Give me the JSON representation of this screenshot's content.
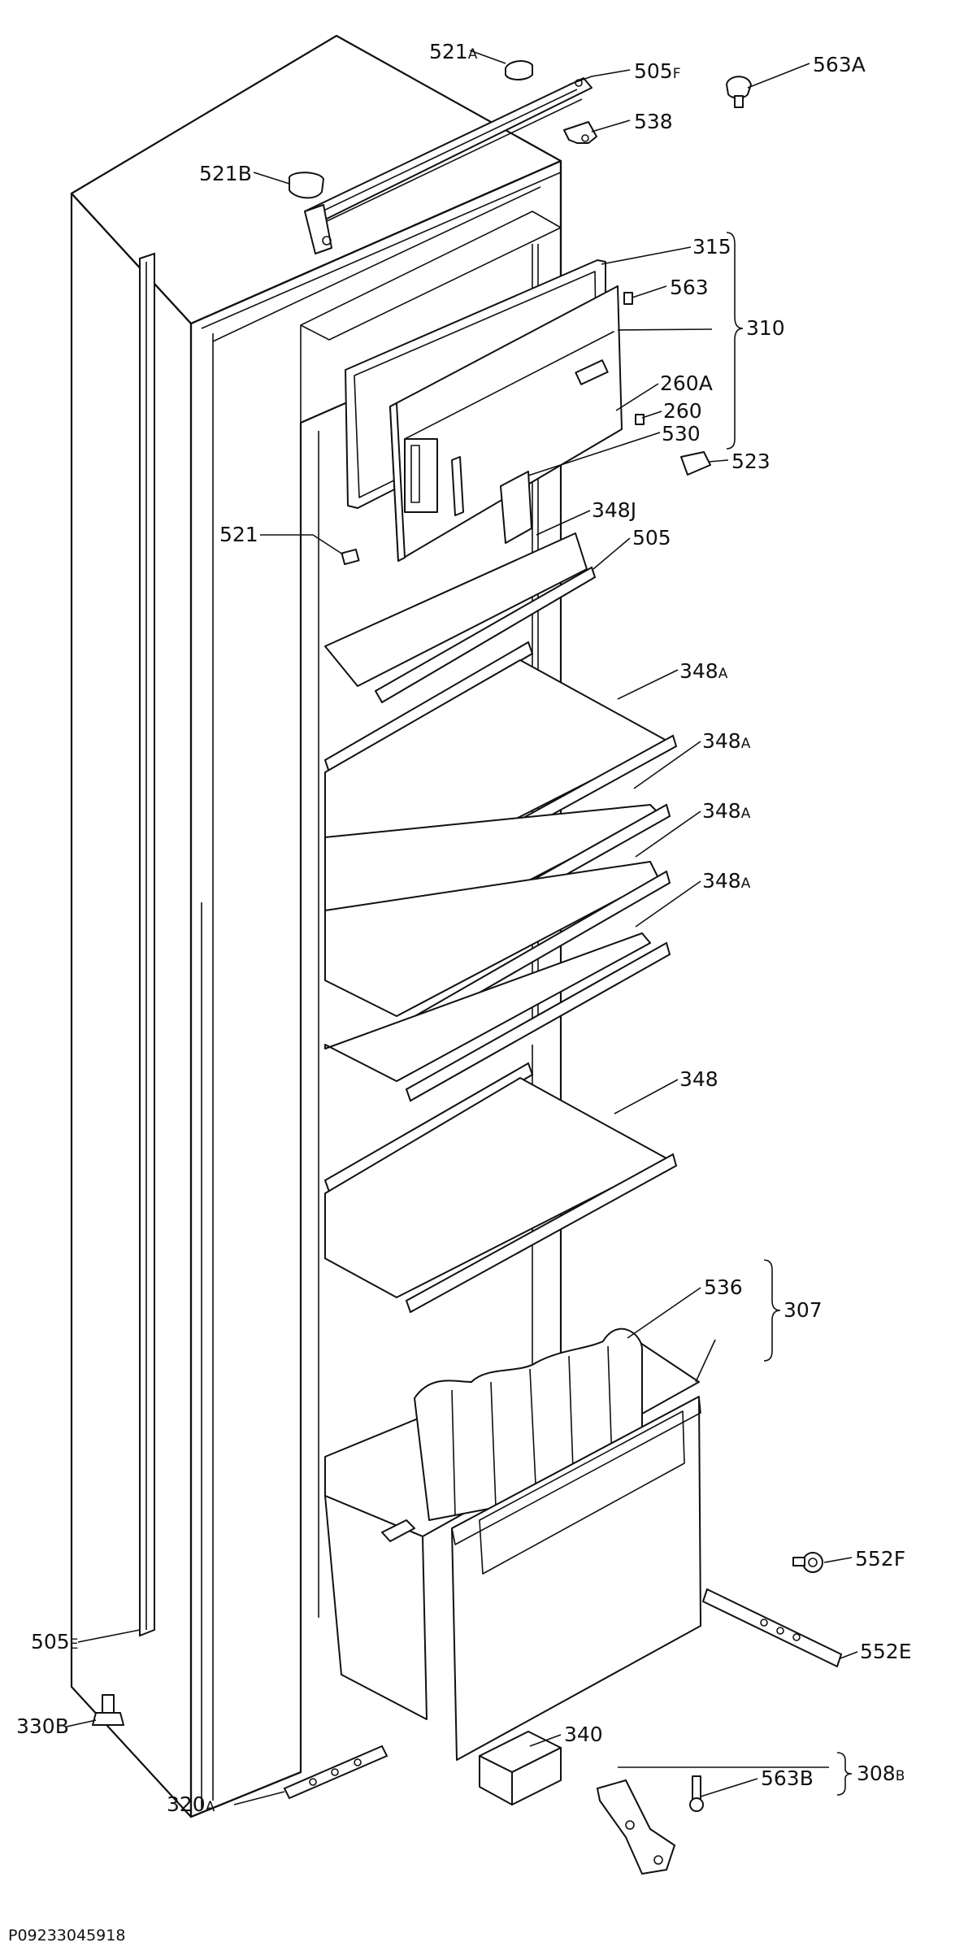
{
  "callouts": [
    {
      "id": "521a",
      "main": "521",
      "suffix": "A"
    },
    {
      "id": "505f",
      "main": "505",
      "suffix": "F"
    },
    {
      "id": "563a",
      "main": "563A",
      "suffix": ""
    },
    {
      "id": "538",
      "main": "538",
      "suffix": ""
    },
    {
      "id": "521b",
      "main": "521B",
      "suffix": ""
    },
    {
      "id": "315",
      "main": "315",
      "suffix": ""
    },
    {
      "id": "563",
      "main": "563",
      "suffix": ""
    },
    {
      "id": "310",
      "main": "310",
      "suffix": ""
    },
    {
      "id": "260a",
      "main": "260A",
      "suffix": ""
    },
    {
      "id": "260",
      "main": "260",
      "suffix": ""
    },
    {
      "id": "530",
      "main": "530",
      "suffix": ""
    },
    {
      "id": "523",
      "main": "523",
      "suffix": ""
    },
    {
      "id": "521",
      "main": "521",
      "suffix": ""
    },
    {
      "id": "348j",
      "main": "348J",
      "suffix": ""
    },
    {
      "id": "505",
      "main": "505",
      "suffix": ""
    },
    {
      "id": "348a-1",
      "main": "348",
      "suffix": "A"
    },
    {
      "id": "348a-2",
      "main": "348",
      "suffix": "A"
    },
    {
      "id": "348a-3",
      "main": "348",
      "suffix": "A"
    },
    {
      "id": "348a-4",
      "main": "348",
      "suffix": "A"
    },
    {
      "id": "348",
      "main": "348",
      "suffix": ""
    },
    {
      "id": "536",
      "main": "536",
      "suffix": ""
    },
    {
      "id": "307",
      "main": "307",
      "suffix": ""
    },
    {
      "id": "552f",
      "main": "552F",
      "suffix": ""
    },
    {
      "id": "552e",
      "main": "552E",
      "suffix": ""
    },
    {
      "id": "505e",
      "main": "505",
      "suffix": "E"
    },
    {
      "id": "330b",
      "main": "330B",
      "suffix": ""
    },
    {
      "id": "340",
      "main": "340",
      "suffix": ""
    },
    {
      "id": "563b",
      "main": "563B",
      "suffix": ""
    },
    {
      "id": "308b",
      "main": "308",
      "suffix": "B"
    },
    {
      "id": "320a",
      "main": "320",
      "suffix": "A"
    }
  ],
  "drawing_id": "P09233045918"
}
